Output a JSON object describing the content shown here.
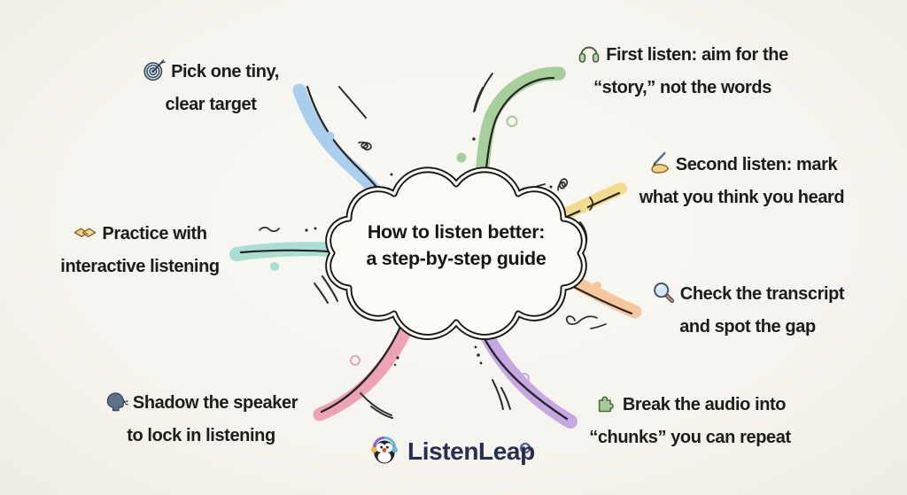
{
  "background_color": "#f6f4ee",
  "title": {
    "line1": "How to listen better:",
    "line2": "a step-by-step guide"
  },
  "nodes": [
    {
      "id": "pick-target",
      "icon": "target-icon",
      "line1": "Pick one tiny,",
      "line2": "clear target",
      "branch_color": "#a9cfec"
    },
    {
      "id": "first-listen",
      "icon": "headphones-icon",
      "line1": "First listen: aim for the",
      "line2": "“story,” not the words",
      "branch_color": "#a7cf9e"
    },
    {
      "id": "second-listen",
      "icon": "writing-hand-icon",
      "line1": "Second listen: mark",
      "line2": "what you think you heard",
      "branch_color": "#f1db8c"
    },
    {
      "id": "check-transcript",
      "icon": "magnifier-icon",
      "line1": "Check the transcript",
      "line2": "and spot the gap",
      "branch_color": "#f6c79c"
    },
    {
      "id": "break-chunks",
      "icon": "puzzle-icon",
      "line1": "Break the audio into",
      "line2": "“chunks” you can repeat",
      "branch_color": "#c5a7e2"
    },
    {
      "id": "shadow-speaker",
      "icon": "speaking-head-icon",
      "line1": "Shadow the speaker",
      "line2": "to lock in listening",
      "branch_color": "#eda3b1"
    },
    {
      "id": "interactive-practice",
      "icon": "handshake-icon",
      "line1": "Practice with",
      "line2": "interactive listening",
      "branch_color": "#a9ded2"
    }
  ],
  "brand": {
    "name": "ListenLeap",
    "logo_icon": "penguin-headphones-icon"
  },
  "colors": {
    "cloud_outline": "#161616",
    "cloud_fill": "#fcfbf6",
    "doodle_ink": "#2b2b2b",
    "brand_text": "#272e52"
  }
}
